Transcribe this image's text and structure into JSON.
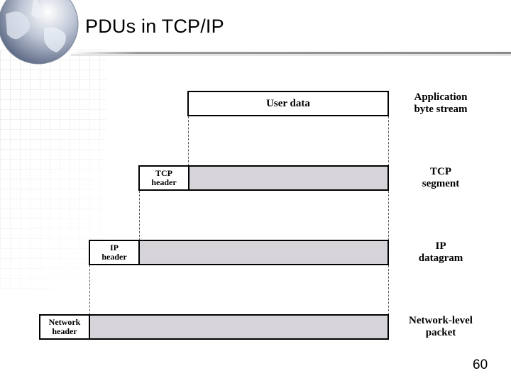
{
  "slide": {
    "title": "PDUs in TCP/IP",
    "page_number": "60"
  },
  "diagram": {
    "user_data_box": "User data",
    "tcp_header": [
      "TCP",
      "header"
    ],
    "ip_header": [
      "IP",
      "header"
    ],
    "network_header": [
      "Network",
      "header"
    ],
    "labels": {
      "application": [
        "Application",
        "byte stream"
      ],
      "tcp_segment": [
        "TCP",
        "segment"
      ],
      "ip_datagram": [
        "IP",
        "datagram"
      ],
      "network_packet": [
        "Network-level",
        "packet"
      ]
    },
    "colors": {
      "payload_fill": "#d6d4d8",
      "border": "#000000"
    }
  }
}
